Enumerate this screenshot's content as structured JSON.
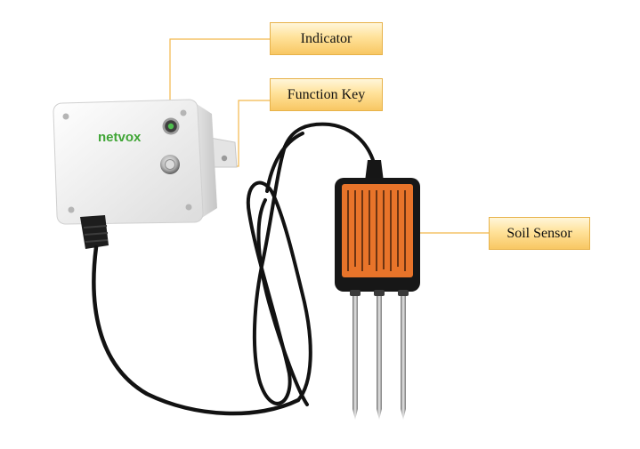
{
  "labels": {
    "indicator": "Indicator",
    "function_key": "Function Key",
    "soil_sensor": "Soil Sensor",
    "brand": "netvox"
  },
  "colors": {
    "callout_border": "#e7b24a",
    "leader_line": "#f2b84b",
    "brand_green": "#3fa535",
    "probe_label_orange": "#e8742a"
  }
}
